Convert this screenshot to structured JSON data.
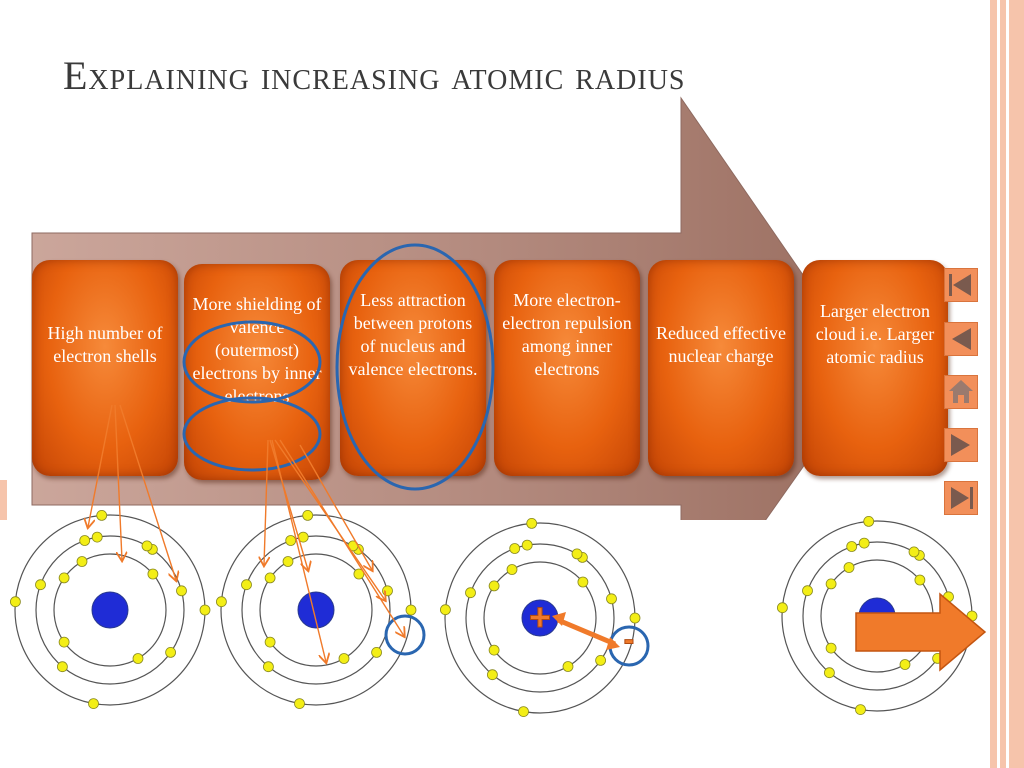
{
  "title": "Explaining increasing atomic radius",
  "steps": [
    "High number of electron shells",
    "More shielding of valence (outermost) electrons by inner electrons",
    "Less attraction between protons of nucleus and valence electrons.",
    "More electron-electron repulsion among inner electrons",
    "Reduced effective nuclear charge",
    "Larger electron cloud i.e. Larger atomic radius"
  ],
  "nav": {
    "buttons": [
      "first-slide",
      "previous-slide",
      "home",
      "next-slide",
      "last-slide"
    ]
  },
  "atoms": {
    "count": 4,
    "plus_sign": "+",
    "minus_sign": "-"
  },
  "colors": {
    "box_orange": "#e8620f",
    "arrow_brown": "#a8766a",
    "nucleus_blue": "#1f2cd6",
    "electron_yellow": "#f3ee16",
    "annotation_blue": "#2a66b0",
    "annotation_arrow": "#f07a2a"
  }
}
